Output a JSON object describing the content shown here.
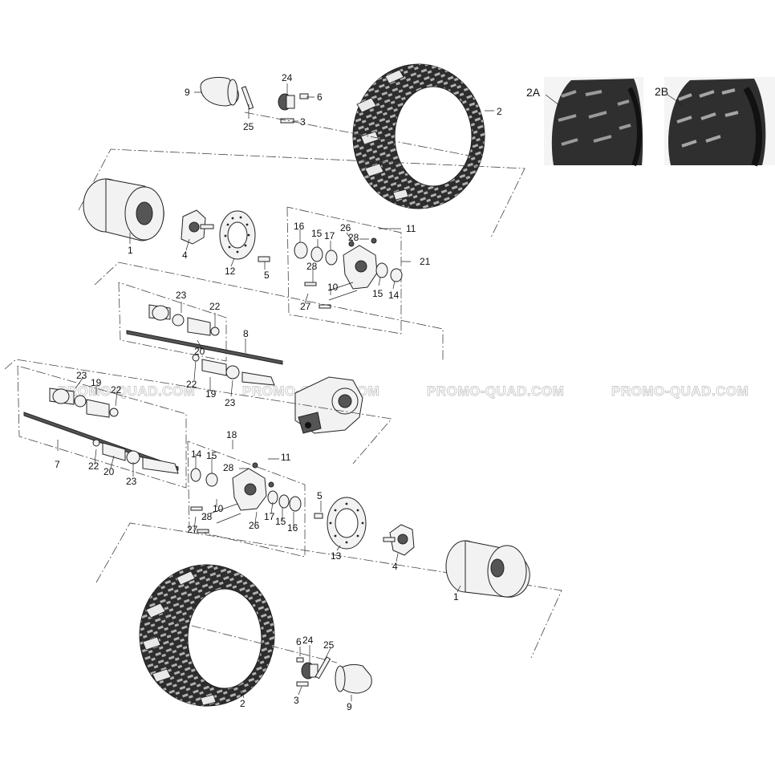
{
  "watermark": "PROMO-QUAD.COM",
  "callouts": {
    "c_2A": "2A",
    "c_2B": "2B",
    "c_24a": "24",
    "c_6a": "6",
    "c_9a": "9",
    "c_25a": "25",
    "c_3a": "3",
    "c_2a": "2",
    "c_1a": "1",
    "c_4a": "4",
    "c_12": "12",
    "c_5a": "5",
    "c_16a": "16",
    "c_15a": "15",
    "c_17a": "17",
    "c_26a": "26",
    "c_28a": "28",
    "c_11a": "11",
    "c_21": "21",
    "c_28b": "28",
    "c_10a": "10",
    "c_27a": "27",
    "c_15b": "15",
    "c_14a": "14",
    "c_23a": "23",
    "c_22a": "22",
    "c_8": "8",
    "c_20a": "20",
    "c_22b": "22",
    "c_19a": "19",
    "c_23b": "23",
    "c_23c": "23",
    "c_19b": "19",
    "c_22c": "22",
    "c_7": "7",
    "c_22d": "22",
    "c_20b": "20",
    "c_23d": "23",
    "c_18": "18",
    "c_14b": "14",
    "c_15c": "15",
    "c_28c": "28",
    "c_11b": "11",
    "c_10b": "10",
    "c_28d": "28",
    "c_27b": "27",
    "c_26b": "26",
    "c_17b": "17",
    "c_15d": "15",
    "c_16b": "16",
    "c_5b": "5",
    "c_13": "13",
    "c_4b": "4",
    "c_1b": "1",
    "c_6b": "6",
    "c_24b": "24",
    "c_25b": "25",
    "c_2b": "2",
    "c_3b": "3",
    "c_9b": "9"
  }
}
